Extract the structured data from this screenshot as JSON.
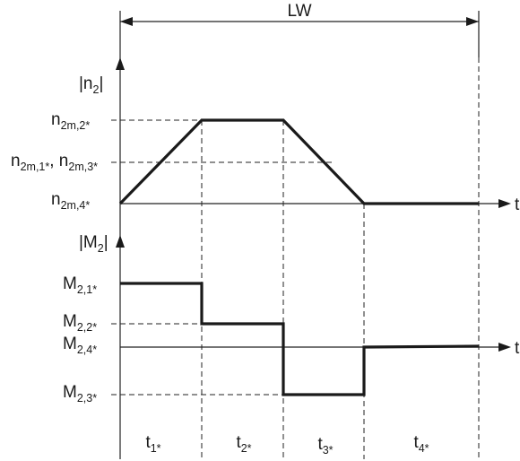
{
  "diagram": {
    "span_label": "LW",
    "speed_axis": {
      "label": "|n",
      "sub": "2",
      "close": "|"
    },
    "torque_axis": {
      "label": "|M",
      "sub": "2",
      "close": "|"
    },
    "time_label": "t",
    "speed_levels": {
      "n2m2": {
        "base": "n",
        "sub": "2m,2*"
      },
      "n2m1": {
        "base": "n",
        "sub": "2m,1*"
      },
      "n2m3": {
        "base": "n",
        "sub": "2m,3*"
      },
      "n2m4": {
        "base": "n",
        "sub": "2m,4*"
      },
      "separator": ", "
    },
    "torque_levels": {
      "m21": {
        "base": "M",
        "sub": "2,1*"
      },
      "m22": {
        "base": "M",
        "sub": "2,2*"
      },
      "m24": {
        "base": "M",
        "sub": "2,4*"
      },
      "m23": {
        "base": "M",
        "sub": "2,3*"
      }
    },
    "phases": [
      {
        "base": "t",
        "sub": "1*"
      },
      {
        "base": "t",
        "sub": "2*"
      },
      {
        "base": "t",
        "sub": "3*"
      },
      {
        "base": "t",
        "sub": "4*"
      }
    ]
  }
}
